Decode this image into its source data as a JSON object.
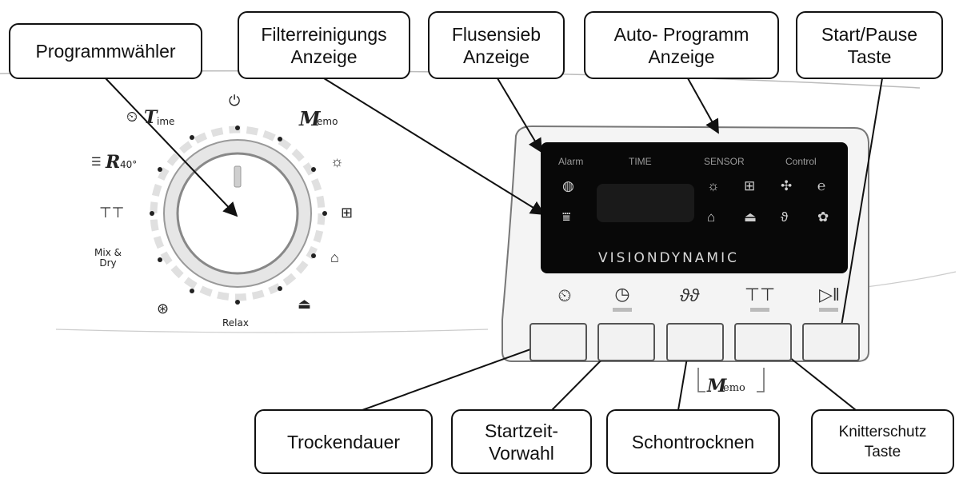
{
  "callouts": {
    "programmwaehler": [
      "Programmwähler"
    ],
    "filterreinigung": [
      "Filterreinigungs",
      "Anzeige"
    ],
    "flusensieb": [
      "Flusensieb",
      "Anzeige"
    ],
    "auto_programm": [
      "Auto- Programm",
      "Anzeige"
    ],
    "start_pause": [
      "Start/Pause",
      "Taste"
    ],
    "trockendauer": [
      "Trockendauer"
    ],
    "startzeit": [
      "Startzeit-",
      "Vorwahl"
    ],
    "schontrocknen": [
      "Schontrocknen"
    ],
    "knitterschutz": [
      "Knitterschutz",
      "Taste"
    ]
  },
  "dial": {
    "time_label": "ime",
    "time_letter": "T",
    "memo_letter": "M",
    "memo_label": "emo",
    "r40_label": "40°",
    "r_letter": "R",
    "mix_dry": [
      "Mix &",
      "Dry"
    ],
    "relax": "Relax"
  },
  "display": {
    "alarm": "Alarm",
    "time": "TIME",
    "sensor": "SENSOR",
    "control": "Control",
    "brand": "VISIONDYNAMIC"
  },
  "memo_bracket": {
    "letter": "M",
    "label": "emo"
  },
  "icons": [
    "power-icon",
    "sun-icon",
    "cupboard-dry-icon",
    "hanger-icon",
    "iron-icon",
    "wool-icon",
    "shirt-icon",
    "timer-icon",
    "delay-start-icon",
    "gentle-feather-icon",
    "anti-crease-icon",
    "play-pause-icon",
    "filter-icon",
    "lint-icon",
    "sensor-fan-icon",
    "control-icon",
    "cotton-icon"
  ]
}
